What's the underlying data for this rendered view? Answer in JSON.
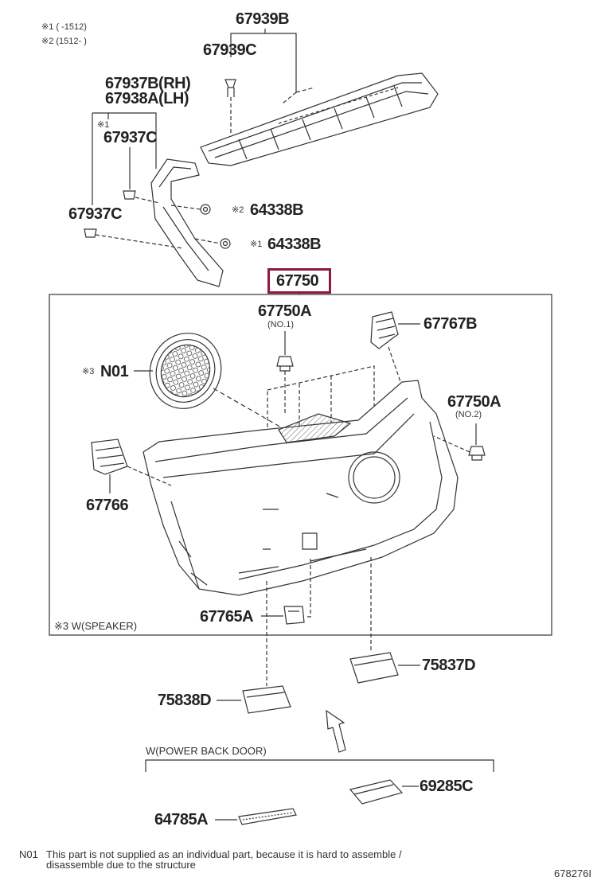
{
  "notes_top": {
    "n1": "※1 (      -1512)",
    "n2": "※2 (1512-      )"
  },
  "parts": {
    "p67939B": "67939B",
    "p67939C": "67939C",
    "p67937B": "67937B(RH)",
    "p67938A": "67938A(LH)",
    "mark1": "※1",
    "p67937C_a": "67937C",
    "p67937C_b": "67937C",
    "mark2_64338B": "※2",
    "p64338B_a": "64338B",
    "mark1_64338B": "※1",
    "p64338B_b": "64338B",
    "p67750": "67750",
    "p67750A_1": "67750A",
    "no1": "(NO.1)",
    "p67767B": "67767B",
    "mark3": "※3",
    "pN01": "N01",
    "p67750A_2": "67750A",
    "no2": "(NO.2)",
    "p67766": "67766",
    "p67765A": "67765A",
    "p75837D": "75837D",
    "p75838D": "75838D",
    "p69285C": "69285C",
    "p64785A": "64785A"
  },
  "box_note": "※3  W(SPEAKER)",
  "power_door_label": "W(POWER BACK DOOR)",
  "footnote": {
    "code": "N01",
    "line1": "This part is not supplied as an individual part, because it is hard to assemble /",
    "line2": "disassemble due to the structure"
  },
  "figure_id": "678276I",
  "colors": {
    "highlight": "#8e1b3c",
    "line": "#333333"
  }
}
